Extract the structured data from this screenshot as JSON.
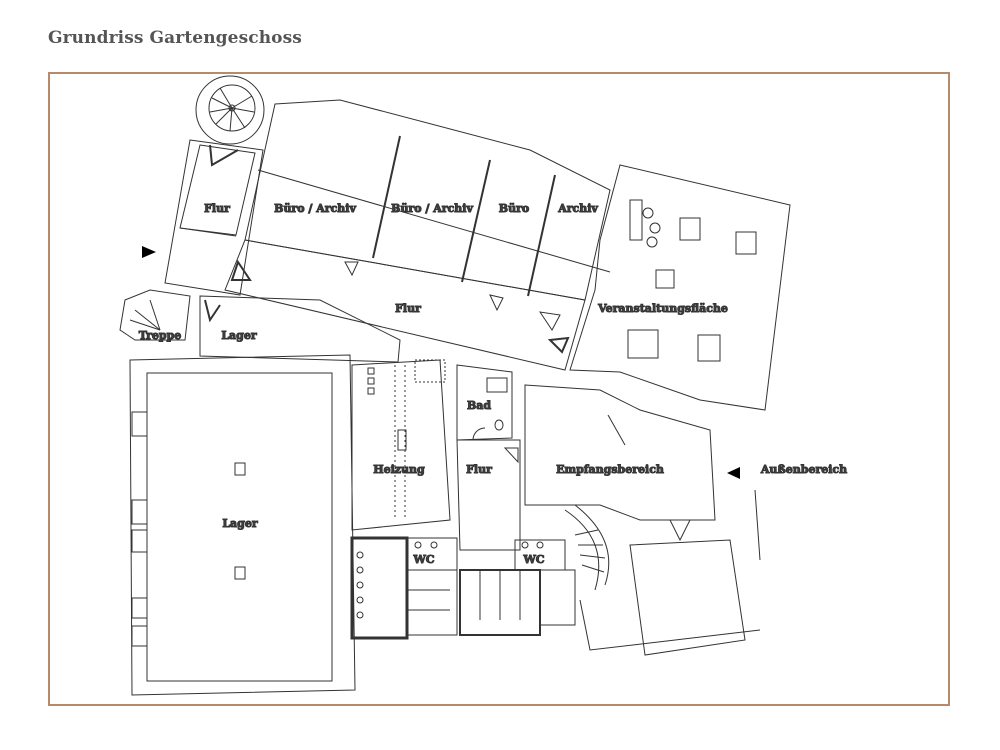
{
  "title": "Grundriss Gartengeschoss",
  "frame_color": "#b8896a",
  "rooms": {
    "flur_nw": "Flur",
    "buero_archiv_1": "Büro / Archiv",
    "buero_archiv_2": "Büro / Archiv",
    "buero": "Büro",
    "archiv": "Archiv",
    "flur_main": "Flur",
    "treppe": "Treppe",
    "lager_small": "Lager",
    "veranstaltung": "Veranstaltungsfläche",
    "lager_large": "Lager",
    "heizung": "Heizung",
    "bad": "Bad",
    "flur_center": "Flur",
    "empfang": "Empfangsbereich",
    "aussen": "Außenbereich",
    "wc_left": "WC",
    "wc_right": "WC"
  },
  "markers": {
    "entrance_west": "entrance-arrow",
    "entrance_east": "entrance-arrow"
  }
}
